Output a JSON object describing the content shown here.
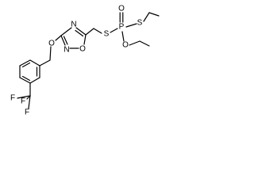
{
  "molecule": {
    "atoms": {
      "o_double": "O",
      "p": "P",
      "s_right": "S",
      "s_left": "S",
      "o_ester": "O",
      "n_top": "N",
      "n_ring": "N",
      "o_ring": "O",
      "o_ether": "O",
      "f_top": "F",
      "f_left": "F",
      "f_bottom": "F"
    },
    "colors": {
      "ink": "#000000",
      "background": "#ffffff"
    }
  }
}
